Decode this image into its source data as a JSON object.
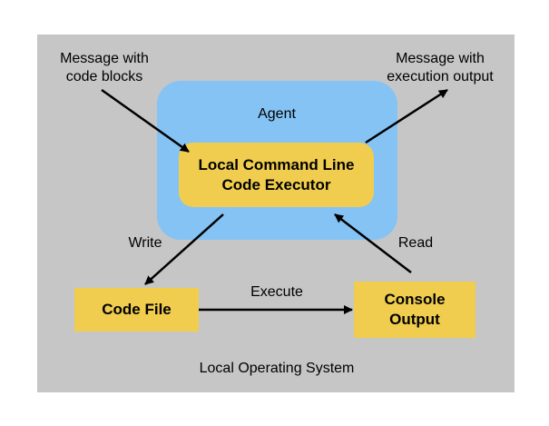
{
  "diagram": {
    "system_label": "Local Operating System",
    "agent_label": "Agent",
    "executor_label_line1": "Local Command Line",
    "executor_label_line2": "Code Executor",
    "code_file_label": "Code File",
    "console_label_line1": "Console",
    "console_label_line2": "Output",
    "input_label_line1": "Message with",
    "input_label_line2": "code blocks",
    "output_label_line1": "Message with",
    "output_label_line2": "execution output",
    "write_label": "Write",
    "execute_label": "Execute",
    "read_label": "Read"
  },
  "colors": {
    "system_background": "#c6c6c6",
    "agent_background": "#84c3f4",
    "box_fill": "#f0cd4f",
    "arrow": "#000000"
  }
}
